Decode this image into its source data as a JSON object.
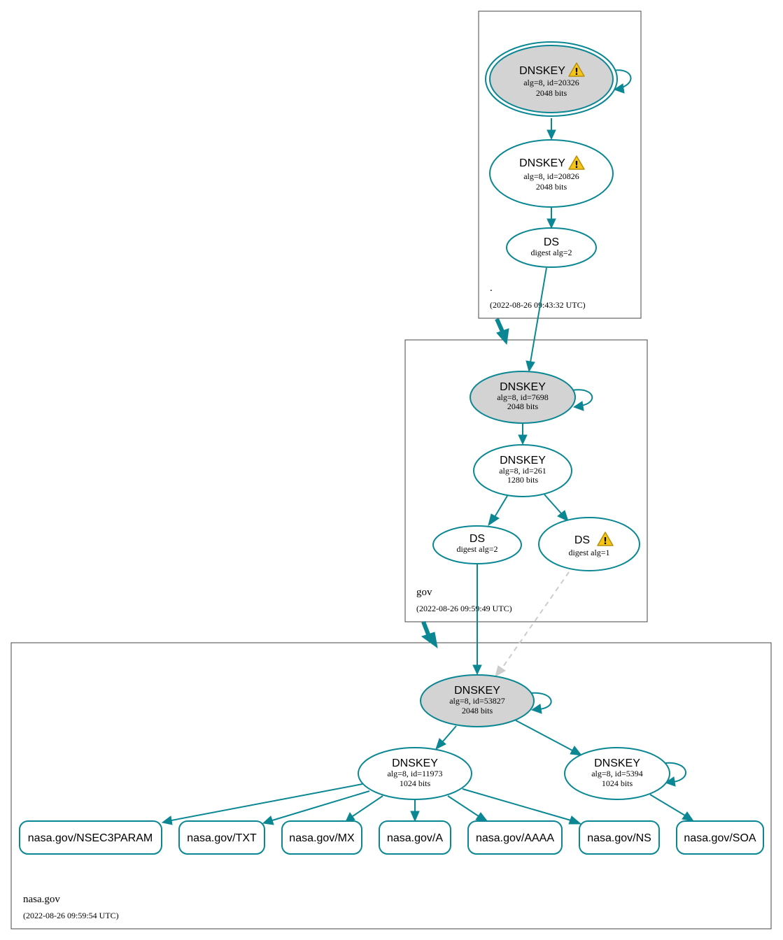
{
  "zones": [
    {
      "name": ".",
      "timestamp": "(2022-08-26 09:43:32 UTC)"
    },
    {
      "name": "gov",
      "timestamp": "(2022-08-26 09:59:49 UTC)"
    },
    {
      "name": "nasa.gov",
      "timestamp": "(2022-08-26 09:59:54 UTC)"
    }
  ],
  "nodes": {
    "root_ksk": {
      "type": "DNSKEY",
      "line1": "alg=8, id=20326",
      "line2": "2048 bits",
      "warning": true,
      "trust_anchor": true
    },
    "root_zsk": {
      "type": "DNSKEY",
      "line1": "alg=8, id=20826",
      "line2": "2048 bits",
      "warning": true
    },
    "root_ds": {
      "type": "DS",
      "line1": "digest alg=2"
    },
    "gov_ksk": {
      "type": "DNSKEY",
      "line1": "alg=8, id=7698",
      "line2": "2048 bits"
    },
    "gov_zsk": {
      "type": "DNSKEY",
      "line1": "alg=8, id=261",
      "line2": "1280 bits"
    },
    "gov_ds2": {
      "type": "DS",
      "line1": "digest alg=2"
    },
    "gov_ds1": {
      "type": "DS",
      "line1": "digest alg=1",
      "warning": true
    },
    "nasa_ksk": {
      "type": "DNSKEY",
      "line1": "alg=8, id=53827",
      "line2": "2048 bits"
    },
    "nasa_zsk1": {
      "type": "DNSKEY",
      "line1": "alg=8, id=11973",
      "line2": "1024 bits"
    },
    "nasa_zsk2": {
      "type": "DNSKEY",
      "line1": "alg=8, id=5394",
      "line2": "1024 bits"
    }
  },
  "rrsets": [
    "nasa.gov/NSEC3PARAM",
    "nasa.gov/TXT",
    "nasa.gov/MX",
    "nasa.gov/A",
    "nasa.gov/AAAA",
    "nasa.gov/NS",
    "nasa.gov/SOA"
  ],
  "colors": {
    "secure": "#0a8793",
    "ksk_fill": "#d3d3d3",
    "insecure_edge": "#cccccc",
    "warning": "#f5c518"
  },
  "icons": {
    "warning": "warning-triangle-icon"
  }
}
